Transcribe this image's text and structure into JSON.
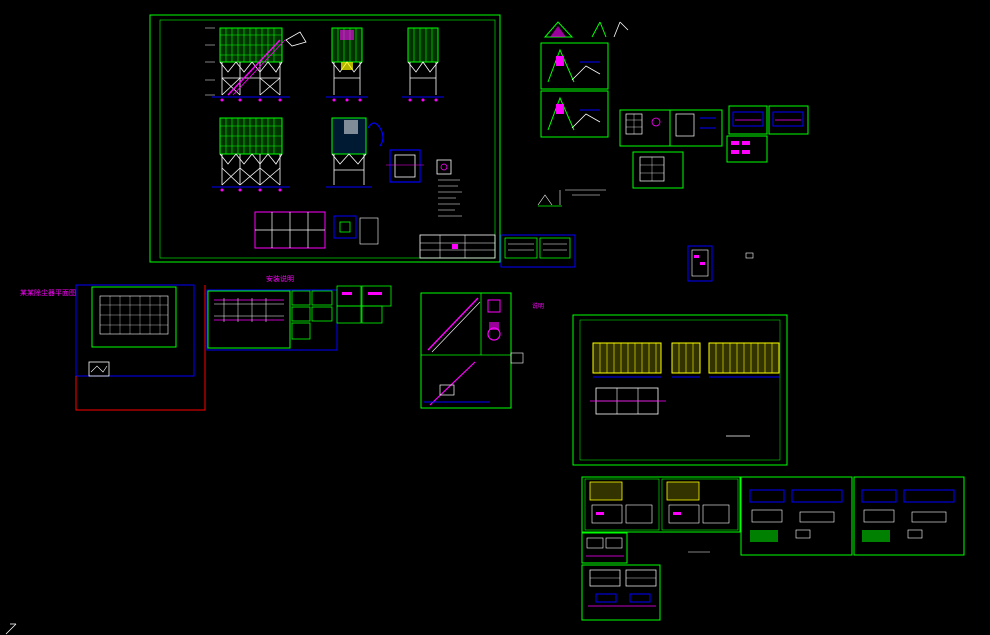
{
  "canvas": {
    "background": "#000000",
    "colors": {
      "frame": "#00ff00",
      "wire": "#ffffff",
      "accent": "#ff00ff",
      "hatch": "#ffff00",
      "blue": "#0000ff",
      "cyan": "#00ffff",
      "red": "#ff0000"
    }
  },
  "labels": {
    "left_note": "某某除尘器平面图",
    "mid_note": "安装说明",
    "side_note": "说明"
  },
  "cursor": {
    "icon": "crosshair-icon"
  }
}
